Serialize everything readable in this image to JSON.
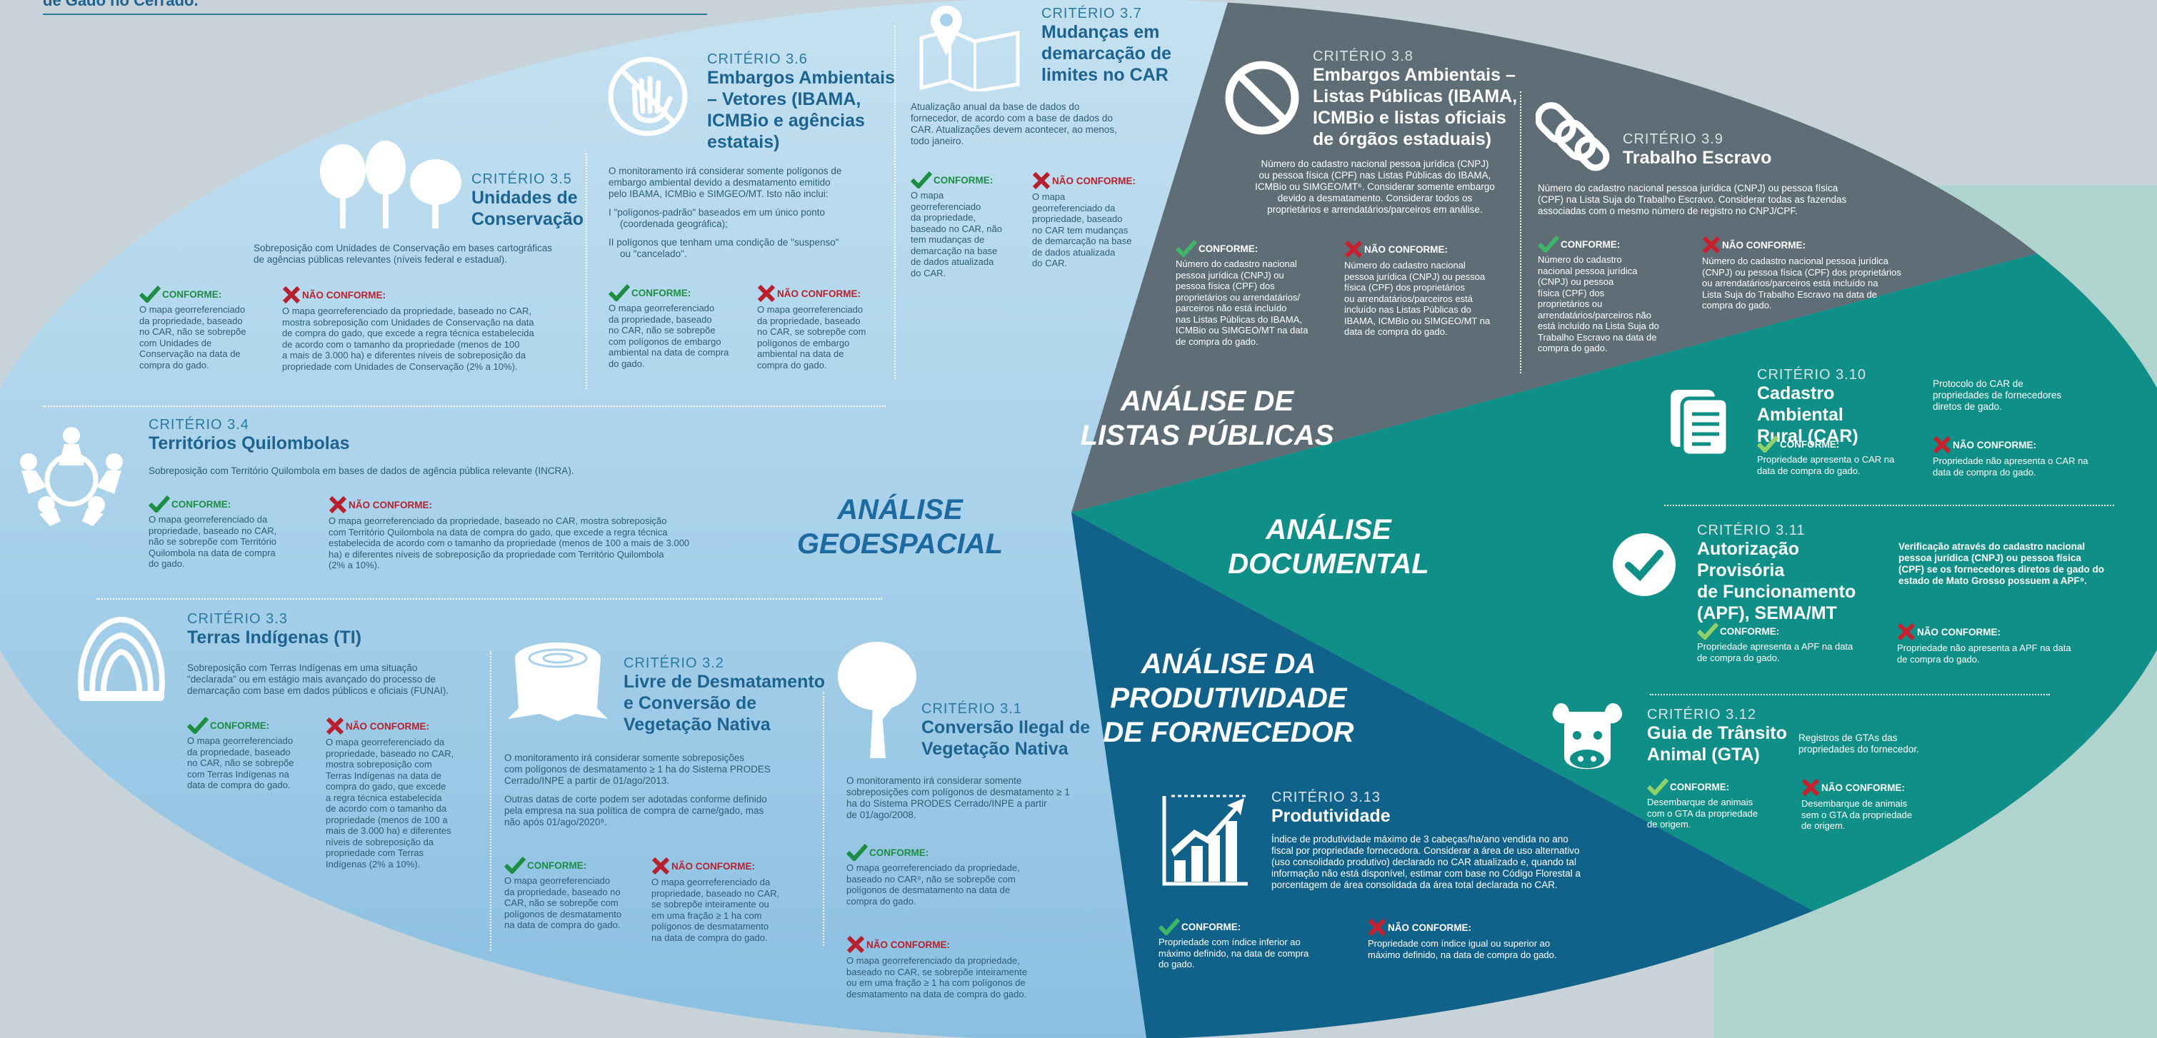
{
  "header": {
    "line": "de Gado no Cerrado."
  },
  "colors": {
    "geo_title": "#1d6390",
    "geo_text": "#2c5d75",
    "ok": "#1b8e44",
    "no": "#b8202d",
    "lists_bg": "#5e6d76",
    "doc_bg": "#0f8f87",
    "prod_bg": "#11628a"
  },
  "sections": {
    "geo": [
      "ANÁLISE",
      "GEOESPACIAL"
    ],
    "lists": [
      "ANÁLISE DE",
      "LISTAS PÚBLICAS"
    ],
    "doc": [
      "ANÁLISE",
      "DOCUMENTAL"
    ],
    "prod": [
      "ANÁLISE DA",
      "PRODUTIVIDADE",
      "DE FORNECEDOR"
    ]
  },
  "labels": {
    "ok": "CONFORME:",
    "no": "NÃO CONFORME:"
  },
  "c37": {
    "crit": "CRITÉRIO 3.7",
    "title": [
      "Mudanças em",
      "demarcação de",
      "limites no CAR"
    ],
    "icon": "map-pin-icon",
    "desc": [
      "Atualização anual da base de dados do",
      "fornecedor, de acordo com a base de dados do",
      "CAR. Atualizações devem acontecer, ao menos,",
      "todo janeiro."
    ],
    "ok": [
      "O mapa",
      "georreferenciado",
      "da propriedade,",
      "baseado no CAR, não",
      "tem mudanças de",
      "demarcação na base",
      "de dados atualizada",
      "do CAR."
    ],
    "no": [
      "O mapa",
      "georreferenciado da",
      "propriedade, baseado",
      "no CAR tem mudanças",
      "de demarcação na base",
      "de dados atualizada",
      "do CAR."
    ]
  },
  "c36": {
    "crit": "CRITÉRIO 3.6",
    "title": [
      "Embargos Ambientais",
      "– Vetores (IBAMA,",
      "ICMBio e agências",
      "estatais)"
    ],
    "icon": "no-hand-icon",
    "desc": [
      "O monitoramento irá considerar somente polígonos de",
      "embargo ambiental devido a desmatamento emitido",
      "pelo IBAMA, ICMBio e SIMGEO/MT. Isto não inclui:"
    ],
    "desc2": [
      "I \"polígonos-padrão\" baseados em um único ponto",
      "(coordenada geográfica);"
    ],
    "desc3": [
      "II polígonos que tenham uma condição de \"suspenso\"",
      "ou \"cancelado\"."
    ],
    "ok": [
      "O mapa georreferenciado",
      "da propriedade, baseado",
      "no CAR, não se sobrepõe",
      "com polígonos de embargo",
      "ambiental na data de compra",
      "do gado."
    ],
    "no": [
      "O mapa georreferenciado",
      "da propriedade, baseado",
      "no CAR, se sobrepõe com",
      "polígonos de embargo",
      "ambiental na data de",
      "compra do gado."
    ]
  },
  "c35": {
    "crit": "CRITÉRIO 3.5",
    "title": [
      "Unidades de",
      "Conservação"
    ],
    "icon": "trees-icon",
    "desc": [
      "Sobreposição com Unidades de Conservação em bases cartográficas",
      "de agências públicas relevantes (níveis federal e estadual)."
    ],
    "ok": [
      "O mapa georreferenciado",
      "da propriedade, baseado",
      "no CAR, não se sobrepõe",
      "com Unidades de",
      "Conservação na data de",
      "compra do gado."
    ],
    "no": [
      "O mapa georreferenciado da propriedade, baseado no CAR,",
      "mostra sobreposição com Unidades de Conservação na data",
      "de compra do gado, que excede a regra técnica estabelecida",
      "de acordo com o tamanho da propriedade (menos de 100",
      "a mais de 3.000 ha) e diferentes níveis de sobreposição da",
      "propriedade com Unidades de Conservação  (2% a 10%)."
    ]
  },
  "c34": {
    "crit": "CRITÉRIO 3.4",
    "title": [
      "Territórios Quilombolas"
    ],
    "icon": "people-circle-icon",
    "desc": [
      "Sobreposição com Território Quilombola em bases de dados de agência pública relevante (INCRA)."
    ],
    "ok": [
      "O mapa georreferenciado da",
      "propriedade, baseado no CAR,",
      "não se sobrepõe com Território",
      "Quilombola na data de compra",
      "do gado."
    ],
    "no": [
      "O mapa georreferenciado da propriedade, baseado no CAR, mostra sobreposição",
      "com Território Quilombola na data de compra do gado, que excede a regra técnica",
      "estabelecida de acordo com o tamanho da propriedade (menos de 100 a mais de 3.000",
      "ha) e diferentes níveis de sobreposição da propriedade com Território Quilombola",
      "(2% a 10%)."
    ]
  },
  "c33": {
    "crit": "CRITÉRIO 3.3",
    "title": [
      "Terras Indígenas (TI)"
    ],
    "icon": "headdress-icon",
    "desc": [
      "Sobreposição com Terras Indígenas em uma situação",
      "\"declarada\" ou em estágio mais avançado do processo de",
      "demarcação com base em dados públicos e oficiais (FUNAI)."
    ],
    "ok": [
      "O mapa georreferenciado",
      "da propriedade, baseado",
      "no CAR, não se sobrepõe",
      "com Terras Indígenas na",
      "data de compra do gado."
    ],
    "no": [
      "O mapa georreferenciado da",
      "propriedade, baseado no CAR,",
      "mostra sobreposição com",
      "Terras Indígenas na data de",
      "compra do gado, que excede",
      "a regra técnica estabelecida",
      "de acordo com o tamanho da",
      "propriedade (menos de 100 a",
      "mais de 3.000 ha) e diferentes",
      "níveis de sobreposição da",
      "propriedade com Terras",
      "Indígenas (2% a 10%)."
    ]
  },
  "c32": {
    "crit": "CRITÉRIO 3.2",
    "title": [
      "Livre de Desmatamento",
      "e Conversão de",
      "Vegetação Nativa"
    ],
    "icon": "stump-icon",
    "desc": [
      "O monitoramento irá considerar somente sobreposições",
      "com polígonos de desmatamento ≥ 1 ha do Sistema PRODES",
      "Cerrado/INPE a partir de 01/ago/2013."
    ],
    "desc2": [
      "Outras datas de corte podem ser adotadas conforme definido",
      "pela empresa na sua política de compra de carne/gado, mas",
      "não após 01/ago/2020⁸."
    ],
    "ok": [
      "O mapa georreferenciado",
      "da propriedade, baseado no",
      "CAR, não se sobrepõe com",
      "polígonos de desmatamento",
      "na data de compra do gado."
    ],
    "no": [
      "O mapa georreferenciado da",
      "propriedade, baseado no CAR,",
      "se sobrepõe inteiramente ou",
      "em uma fração ≥ 1 ha com",
      "polígonos de desmatamento",
      "na data de compra do gado."
    ]
  },
  "c31": {
    "crit": "CRITÉRIO 3.1",
    "title": [
      "Conversão Ilegal de",
      "Vegetação Nativa"
    ],
    "icon": "tree-icon",
    "desc": [
      "O monitoramento irá considerar somente",
      "sobreposições com polígonos de desmatamento ≥ 1",
      "ha do Sistema PRODES Cerrado/INPE a partir",
      "de 01/ago/2008."
    ],
    "ok": [
      "O mapa georreferenciado da propriedade,",
      "baseado no CAR⁹, não se sobrepõe com",
      "polígonos de desmatamento na data de",
      "compra do gado."
    ],
    "no": [
      "O mapa georreferenciado da propriedade,",
      "baseado no CAR, se sobrepõe inteiramente",
      "ou em uma fração ≥ 1 ha com polígonos de",
      "desmatamento na data de compra do gado."
    ]
  },
  "c38": {
    "crit": "CRITÉRIO 3.8",
    "title": [
      "Embargos Ambientais –",
      "Listas Públicas (IBAMA,",
      "ICMBio e listas oficiais",
      "de órgãos estaduais)"
    ],
    "icon": "prohibited-icon",
    "desc": [
      "Número do cadastro nacional pessoa jurídica (CNPJ)",
      "ou pessoa física (CPF) nas Listas Públicas do IBAMA,",
      "ICMBio ou SIMGEO/MT⁶. Considerar somente embargo",
      "devido a desmatamento. Considerar todos os",
      "proprietários e arrendatários/parceiros em análise."
    ],
    "ok": [
      "Número do cadastro nacional",
      "pessoa jurídica (CNPJ) ou",
      "pessoa física (CPF) dos",
      "proprietários ou arrendatários/",
      "parceiros não está incluído",
      "nas Listas Públicas do IBAMA,",
      "ICMBio ou SIMGEO/MT na data",
      "de compra do gado."
    ],
    "no": [
      "Número do cadastro nacional",
      "pessoa jurídica (CNPJ) ou pessoa",
      "física (CPF) dos proprietários",
      "ou arrendatários/parceiros está",
      "incluído nas Listas Públicas do",
      "IBAMA, ICMBio ou SIMGEO/MT na",
      "data de compra do gado."
    ]
  },
  "c39": {
    "crit": "CRITÉRIO 3.9",
    "title": [
      "Trabalho Escravo"
    ],
    "icon": "chain-icon",
    "desc": [
      "Número do cadastro nacional pessoa jurídica (CNPJ) ou pessoa física",
      "(CPF) na Lista Suja do Trabalho Escravo. Considerar todas as fazendas",
      "associadas com o mesmo número de registro no CNPJ/CPF."
    ],
    "ok": [
      "Número do cadastro",
      "nacional pessoa jurídica",
      "(CNPJ) ou pessoa",
      "física (CPF) dos",
      "proprietários ou",
      "arrendatários/parceiros não",
      "está incluído na Lista Suja do",
      "Trabalho Escravo na data de",
      "compra do gado."
    ],
    "no": [
      "Número do cadastro nacional pessoa jurídica",
      "(CNPJ) ou pessoa física (CPF) dos proprietários",
      "ou arrendatários/parceiros está incluído na",
      "Lista Suja do Trabalho Escravo na data de",
      "compra do gado."
    ]
  },
  "c310": {
    "crit": "CRITÉRIO 3.10",
    "title": [
      "Cadastro Ambiental",
      "Rural (CAR)"
    ],
    "icon": "document-icon",
    "desc": [
      "Protocolo do CAR de",
      "propriedades de fornecedores",
      "diretos de gado."
    ],
    "ok": [
      "Propriedade apresenta o CAR na",
      "data de compra do gado."
    ],
    "no": [
      "Propriedade não apresenta o CAR na",
      "data de compra do gado."
    ]
  },
  "c311": {
    "crit": "CRITÉRIO 3.11",
    "title": [
      "Autorização Provisória",
      "de Funcionamento",
      "(APF), SEMA/MT"
    ],
    "icon": "check-circle-icon",
    "desc": [
      "Verificação através do cadastro nacional",
      "pessoa jurídica (CNPJ) ou pessoa física",
      "(CPF) se os fornecedores diretos de gado do",
      "estado de Mato Grosso possuem a APF⁹."
    ],
    "ok": [
      "Propriedade apresenta a APF na data",
      "de compra do gado."
    ],
    "no": [
      "Propriedade não apresenta a APF na data",
      "de compra do gado."
    ]
  },
  "c312": {
    "crit": "CRITÉRIO 3.12",
    "title": [
      "Guia de Trânsito",
      "Animal (GTA)"
    ],
    "icon": "cow-icon",
    "desc": [
      "Registros de GTAs das",
      "propriedades do fornecedor."
    ],
    "ok": [
      "Desembarque de animais",
      "com o GTA da propriedade",
      "de origem."
    ],
    "no": [
      "Desembarque de animais",
      "sem o GTA da propriedade",
      "de origem."
    ]
  },
  "c313": {
    "crit": "CRITÉRIO 3.13",
    "title": [
      "Produtividade"
    ],
    "icon": "growth-chart-icon",
    "desc": [
      "Índice de produtividade máximo de 3 cabeças/ha/ano vendida no ano",
      "fiscal por propriedade fornecedora. Considerar a área de uso alternativo",
      "(uso consolidado produtivo) declarado no CAR atualizado e, quando tal",
      "informação não está disponível, estimar com base no Código Florestal a",
      "porcentagem de área consolidada da área total declarada no CAR."
    ],
    "ok": [
      "Propriedade com índice inferior ao",
      "máximo definido, na data de compra",
      "do gado."
    ],
    "no": [
      "Propriedade com índice igual ou superior ao",
      "máximo definido, na data de compra do gado."
    ]
  }
}
